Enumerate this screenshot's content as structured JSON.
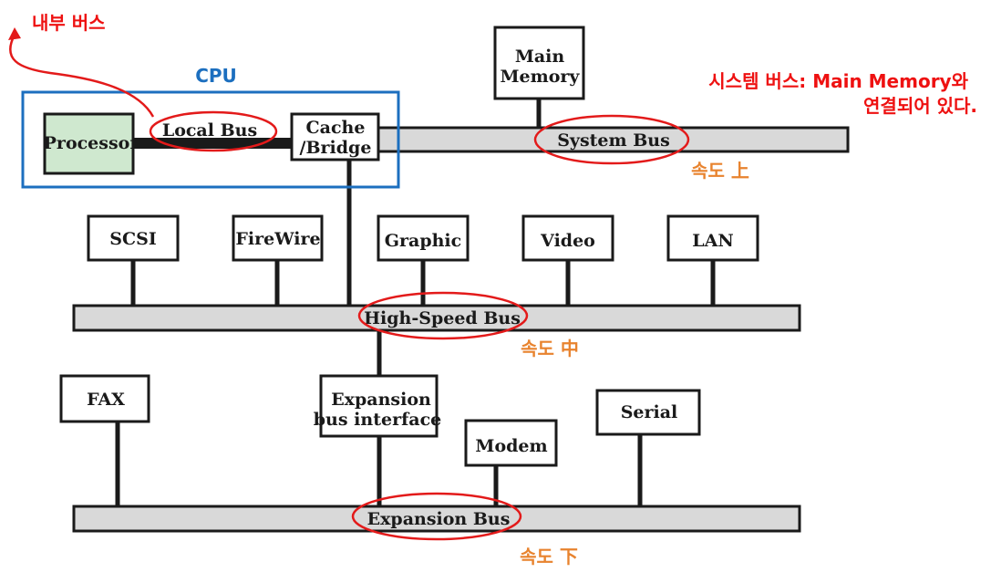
{
  "annotations": {
    "internal_bus": "내부 버스",
    "cpu": "CPU",
    "system_bus_note_line1": "시스템 버스: Main Memory와",
    "system_bus_note_line2": "연결되어 있다.",
    "speed_high": "속도 上",
    "speed_mid": "속도 中",
    "speed_low": "속도 下"
  },
  "components": {
    "main_memory_line1": "Main",
    "main_memory_line2": "Memory",
    "processor": "Processor",
    "local_bus": "Local Bus",
    "cache_bridge_line1": "Cache",
    "cache_bridge_line2": "/Bridge",
    "system_bus": "System Bus",
    "scsi": "SCSI",
    "firewire": "FireWire",
    "graphic": "Graphic",
    "video": "Video",
    "lan": "LAN",
    "high_speed_bus": "High-Speed Bus",
    "fax": "FAX",
    "expansion_interface_line1": "Expansion",
    "expansion_interface_line2": "bus interface",
    "modem": "Modem",
    "serial": "Serial",
    "expansion_bus": "Expansion Bus"
  },
  "colors": {
    "annotation_red": "#ee1111",
    "annotation_orange": "#e8832e",
    "cpu_blue": "#1c6fbf",
    "processor_fill": "#cfe8cf",
    "bus_fill": "#d9d9d9"
  }
}
